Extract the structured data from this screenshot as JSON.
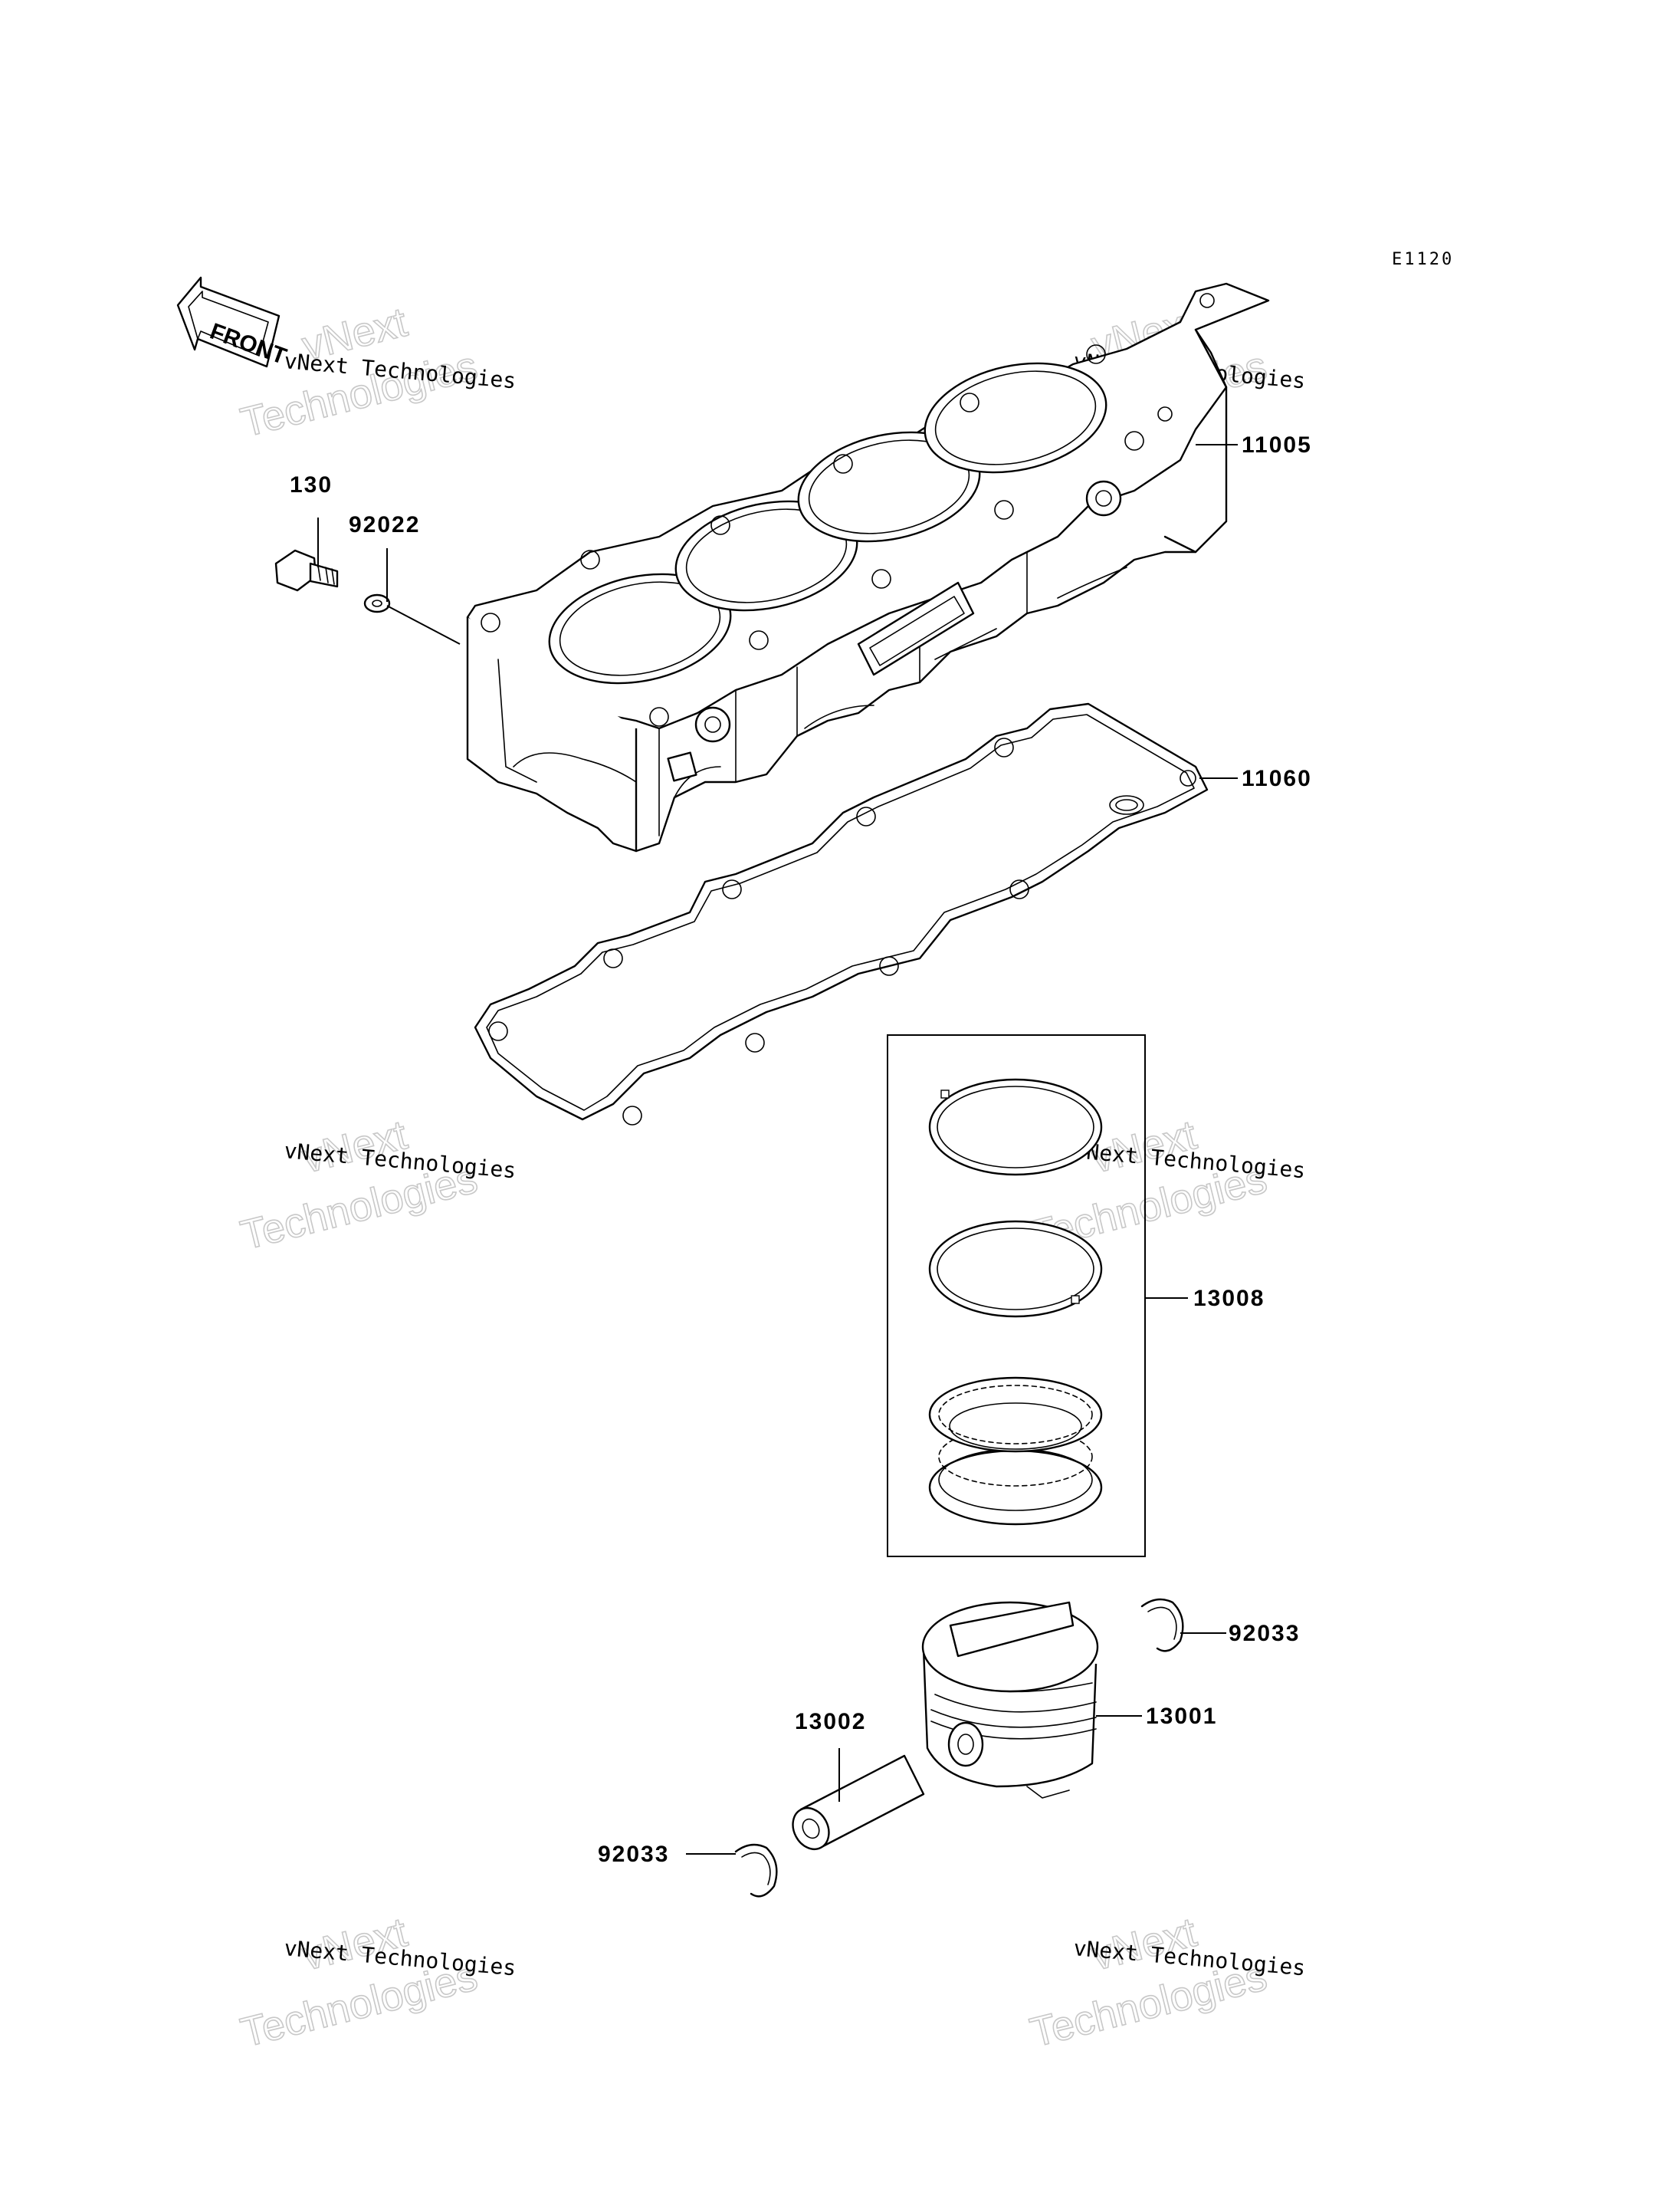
{
  "diagram_code": "E1120",
  "front_arrow_text": "FRONT",
  "watermark": {
    "small_text": "vNext Technologies",
    "big_line1": "vNext",
    "big_line2": "Technologies"
  },
  "parts": [
    {
      "id": "11005"
    },
    {
      "id": "130"
    },
    {
      "id": "92022"
    },
    {
      "id": "11060"
    },
    {
      "id": "13008"
    },
    {
      "id": "92033"
    },
    {
      "id": "13001"
    },
    {
      "id": "13002"
    },
    {
      "id": "92033"
    }
  ]
}
